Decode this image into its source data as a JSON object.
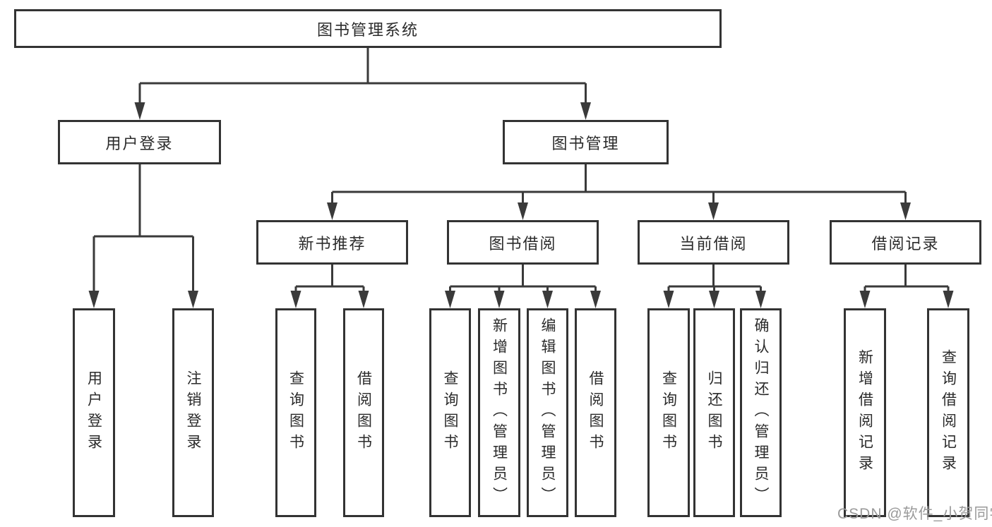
{
  "colors": {
    "line": "#3a3a3a",
    "box_border": "#333333",
    "box_fill": "#ffffff",
    "text": "#2b2b2b",
    "watermark": "#9a9a9a",
    "background": "#ffffff"
  },
  "tree": {
    "root": {
      "label": "图书管理系统"
    },
    "branches": [
      {
        "label": "用户登录",
        "leaves": [
          {
            "label": "用户登录"
          },
          {
            "label": "注销登录"
          }
        ]
      },
      {
        "label": "图书管理",
        "groups": [
          {
            "label": "新书推荐",
            "leaves": [
              {
                "label": "查询图书"
              },
              {
                "label": "借阅图书"
              }
            ]
          },
          {
            "label": "图书借阅",
            "leaves": [
              {
                "label": "查询图书"
              },
              {
                "label": "新增图书（管理员）"
              },
              {
                "label": "编辑图书（管理员）"
              },
              {
                "label": "借阅图书"
              }
            ]
          },
          {
            "label": "当前借阅",
            "leaves": [
              {
                "label": "查询图书"
              },
              {
                "label": "归还图书"
              },
              {
                "label": "确认归还（管理员）"
              }
            ]
          },
          {
            "label": "借阅记录",
            "leaves": [
              {
                "label": "新增借阅记录"
              },
              {
                "label": "查询借阅记录"
              }
            ]
          }
        ]
      }
    ]
  },
  "watermark": {
    "text": "CSDN @软件_小贺同学"
  }
}
